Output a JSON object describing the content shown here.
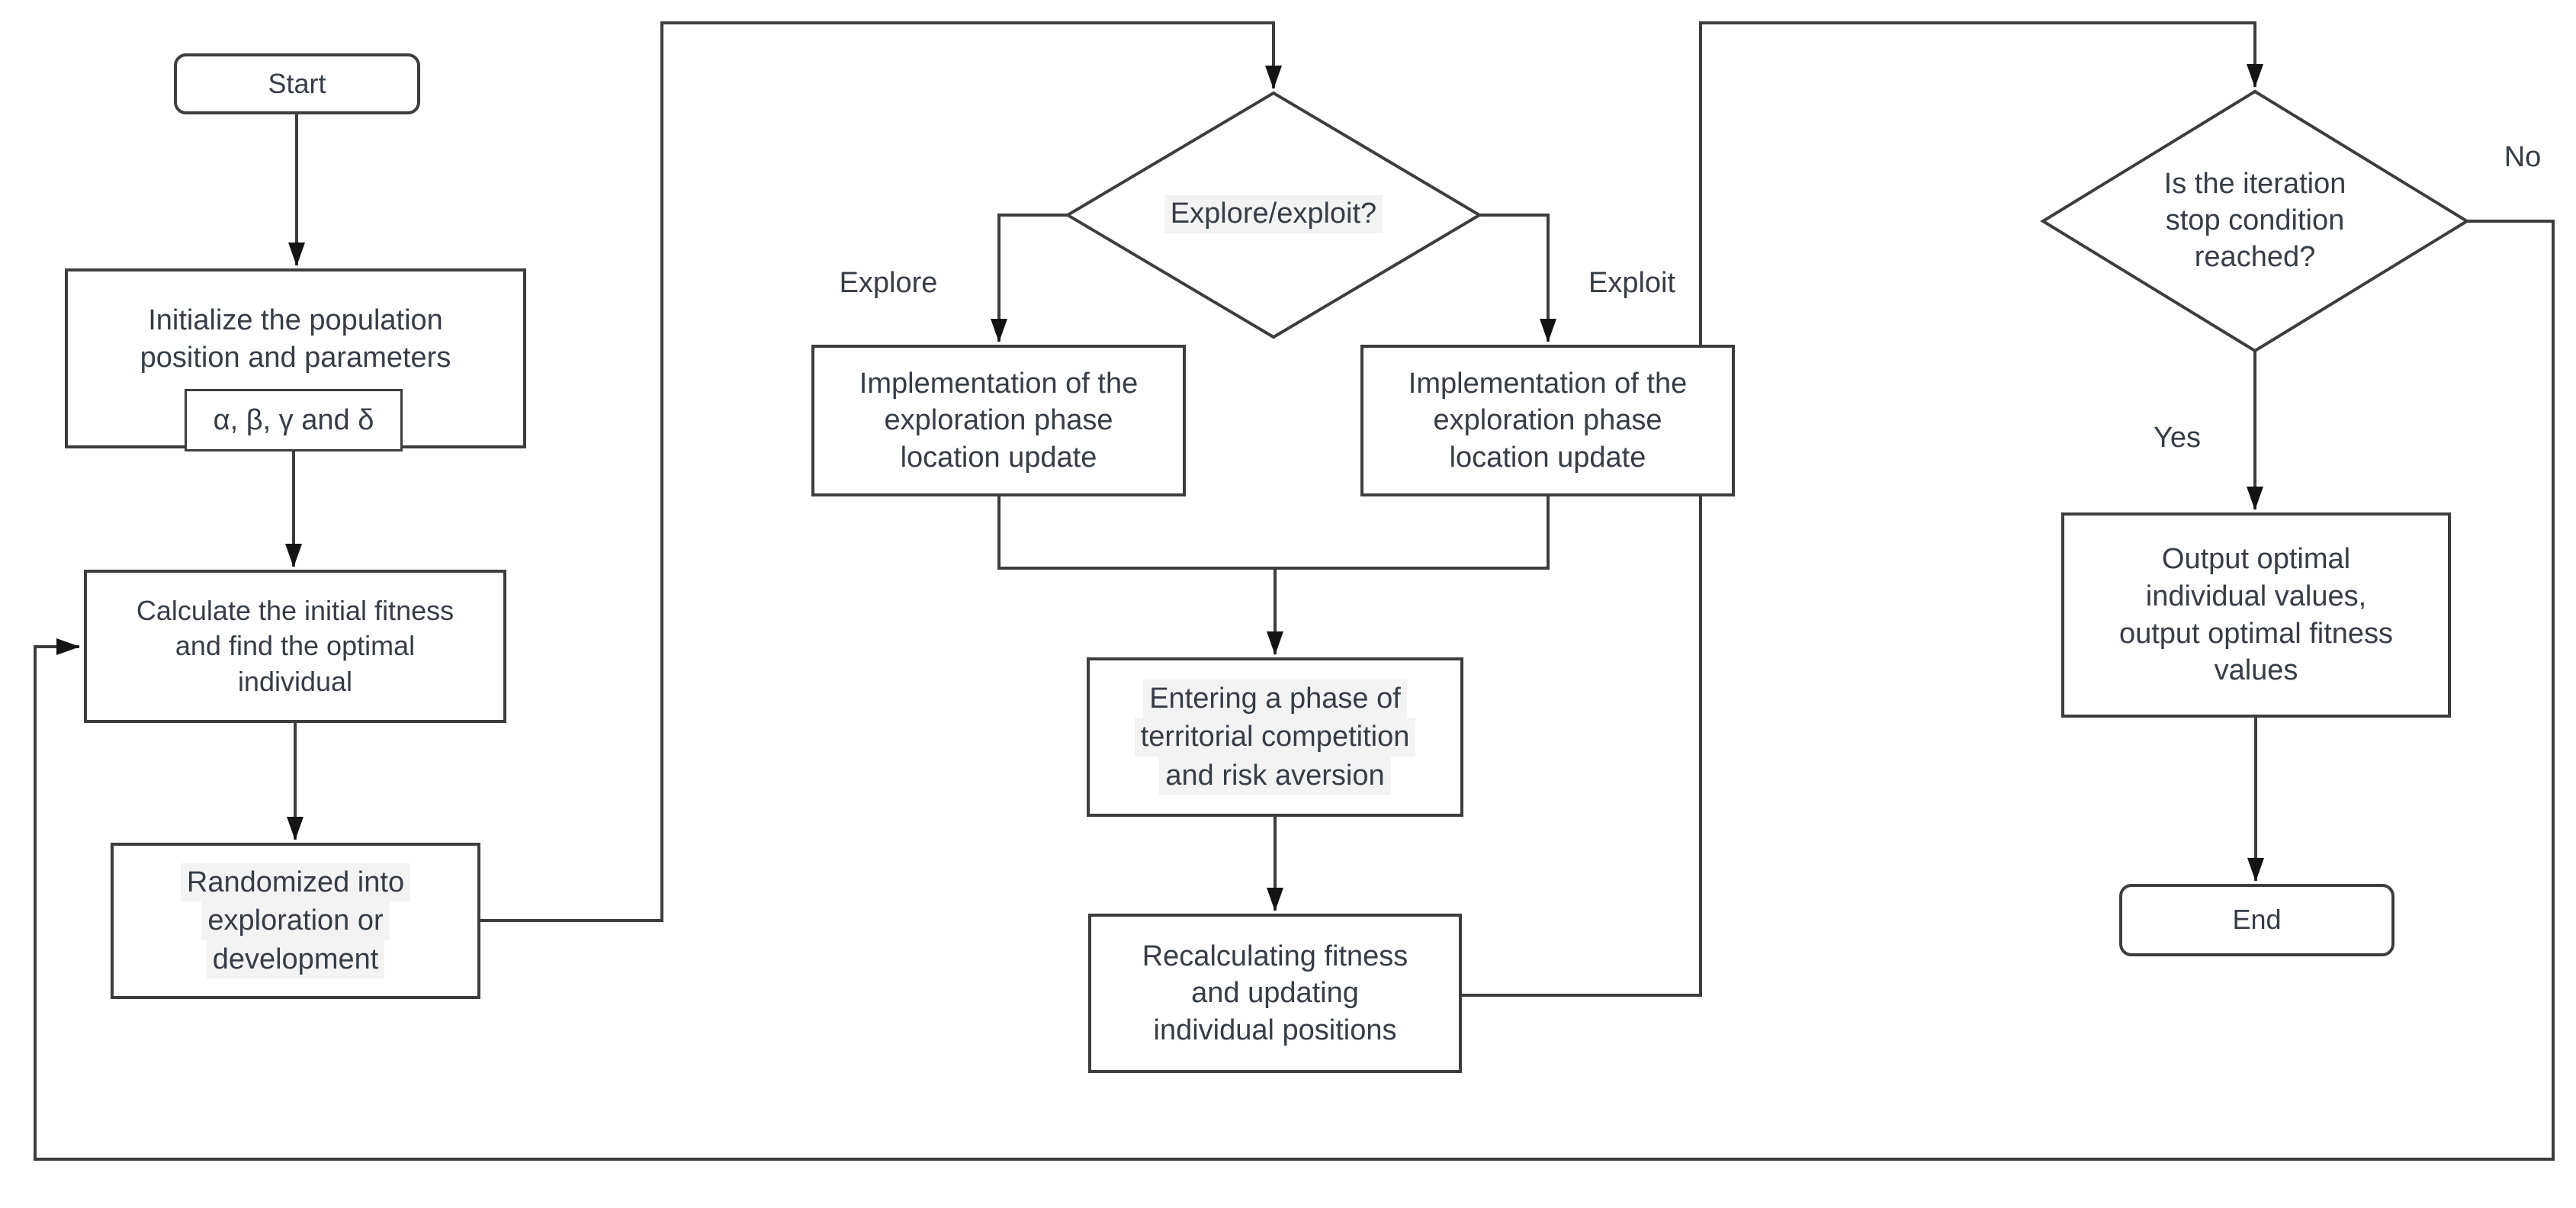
{
  "flow": {
    "start": {
      "label": "Start"
    },
    "initialize": {
      "lines": [
        "Initialize the population",
        "position and parameters"
      ],
      "params": "α, β, γ and δ"
    },
    "calculate": {
      "lines": [
        "Calculate the initial fitness",
        "and find the optimal",
        "individual"
      ]
    },
    "randomized": {
      "lines": [
        "Randomized into",
        "exploration or",
        "development"
      ]
    },
    "decision_explore_exploit": {
      "label": "Explore/exploit?"
    },
    "implementation_explore": {
      "lines": [
        "Implementation of the",
        "exploration phase",
        "location update"
      ]
    },
    "implementation_exploit": {
      "lines": [
        "Implementation of the",
        "exploration phase",
        "location update"
      ]
    },
    "territorial": {
      "lines": [
        "Entering a phase of",
        "territorial competition",
        "and risk aversion"
      ]
    },
    "recalculating": {
      "lines": [
        "Recalculating fitness",
        "and updating",
        "individual positions"
      ]
    },
    "decision_stop": {
      "lines": [
        "Is the iteration",
        "stop condition",
        "reached?"
      ]
    },
    "output": {
      "lines": [
        "Output optimal",
        "individual values,",
        "output optimal fitness",
        "values"
      ]
    },
    "end": {
      "label": "End"
    }
  },
  "edge_labels": {
    "explore": "Explore",
    "exploit": "Exploit",
    "yes": "Yes",
    "no": "No"
  },
  "colors": {
    "line": "#3d3d3d",
    "arrowhead": "#141414",
    "text": "#373c45",
    "label_background": "#f3f3f4",
    "shape_fill": "#ffffff"
  }
}
